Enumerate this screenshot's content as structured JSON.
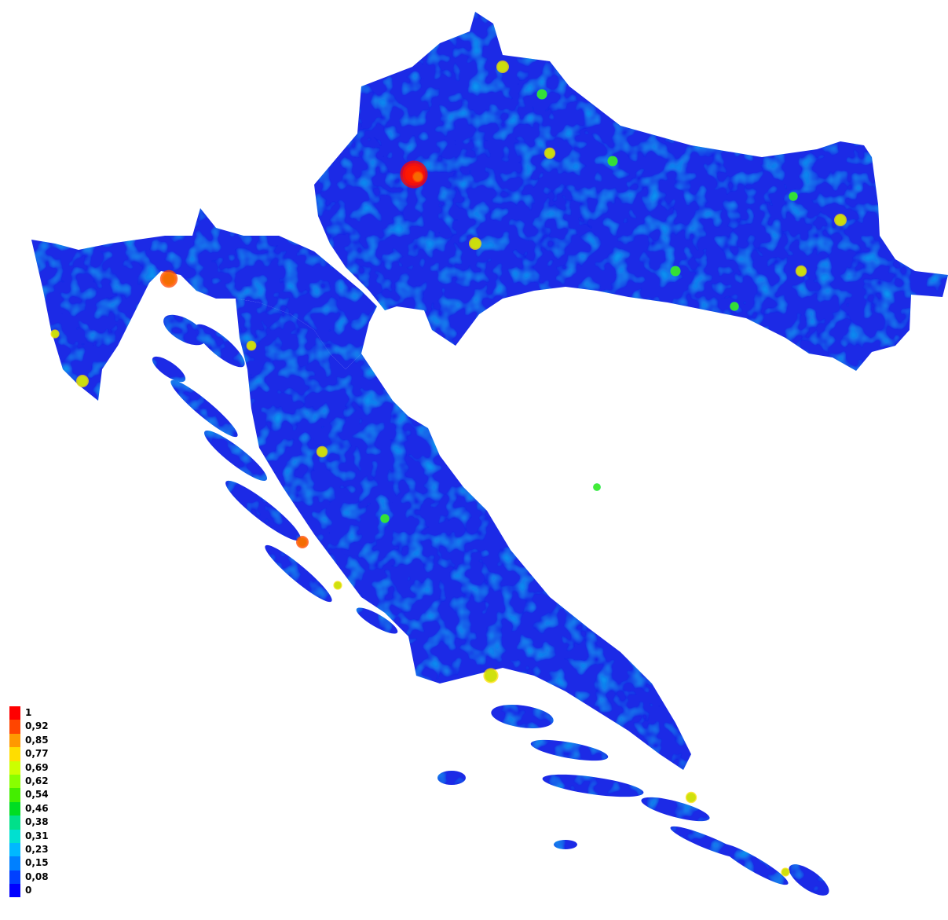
{
  "legend": {
    "items": [
      {
        "label": "1",
        "color": "#ff0000"
      },
      {
        "label": "0,92",
        "color": "#ff4500"
      },
      {
        "label": "0,85",
        "color": "#ff9900"
      },
      {
        "label": "0,77",
        "color": "#ffdd00"
      },
      {
        "label": "0,69",
        "color": "#ccff00"
      },
      {
        "label": "0,62",
        "color": "#88ff00"
      },
      {
        "label": "0,54",
        "color": "#44ee00"
      },
      {
        "label": "0,46",
        "color": "#00dd22"
      },
      {
        "label": "0,38",
        "color": "#00e08a"
      },
      {
        "label": "0,31",
        "color": "#00e0d0"
      },
      {
        "label": "0,23",
        "color": "#00b8ff"
      },
      {
        "label": "0,15",
        "color": "#0080ff"
      },
      {
        "label": "0,08",
        "color": "#0040ff"
      },
      {
        "label": "0",
        "color": "#0000ff"
      }
    ]
  },
  "map": {
    "base_color": "#1a2ae6",
    "feature_colors": [
      "#00e0d0",
      "#44ee00",
      "#ffdd00",
      "#ff4500",
      "#ff0000"
    ]
  }
}
